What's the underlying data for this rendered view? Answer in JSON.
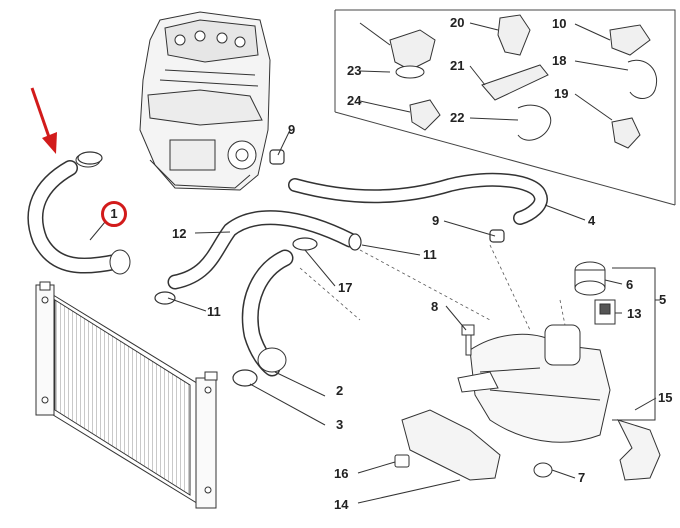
{
  "diagram": {
    "highlight_color": "#d21b1b",
    "highlighted_part": "1",
    "callouts": [
      {
        "id": "c1",
        "label": "1"
      },
      {
        "id": "c2",
        "label": "2"
      },
      {
        "id": "c3",
        "label": "3"
      },
      {
        "id": "c4",
        "label": "4"
      },
      {
        "id": "c5",
        "label": "5"
      },
      {
        "id": "c6",
        "label": "6"
      },
      {
        "id": "c7",
        "label": "7"
      },
      {
        "id": "c8",
        "label": "8"
      },
      {
        "id": "c9a",
        "label": "9"
      },
      {
        "id": "c9b",
        "label": "9"
      },
      {
        "id": "c10",
        "label": "10"
      },
      {
        "id": "c11a",
        "label": "11"
      },
      {
        "id": "c11b",
        "label": "11"
      },
      {
        "id": "c12",
        "label": "12"
      },
      {
        "id": "c13",
        "label": "13"
      },
      {
        "id": "c14",
        "label": "14"
      },
      {
        "id": "c15",
        "label": "15"
      },
      {
        "id": "c16",
        "label": "16"
      },
      {
        "id": "c17",
        "label": "17"
      },
      {
        "id": "c18",
        "label": "18"
      },
      {
        "id": "c19",
        "label": "19"
      },
      {
        "id": "c20",
        "label": "20"
      },
      {
        "id": "c21",
        "label": "21"
      },
      {
        "id": "c22",
        "label": "22"
      },
      {
        "id": "c23",
        "label": "23"
      },
      {
        "id": "c24",
        "label": "24"
      }
    ]
  }
}
